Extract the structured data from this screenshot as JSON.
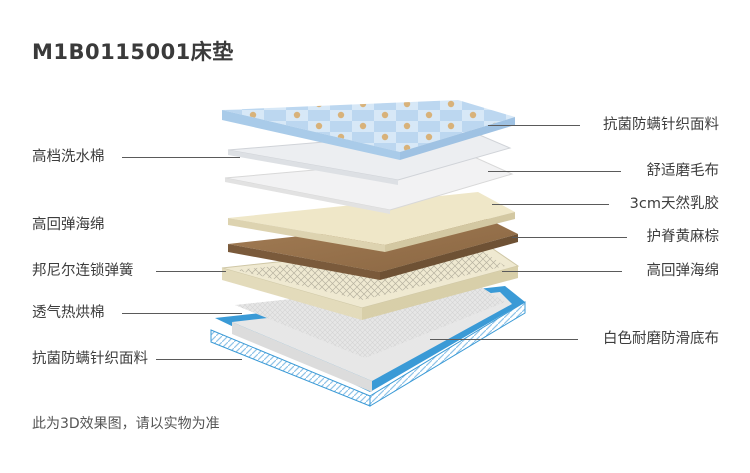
{
  "title": "M1B0115001床垫",
  "footnote": "此为3D效果图，请以实物为准",
  "labels_left": [
    "高档洗水棉",
    "高回弹海绵",
    "邦尼尔连锁弹簧",
    "透气热烘棉",
    "抗菌防螨针织面料"
  ],
  "labels_right": [
    "抗菌防螨针织面料",
    "舒适磨毛布",
    "3cm天然乳胶",
    "护脊黄麻棕",
    "高回弹海绵",
    "白色耐磨防滑底布"
  ],
  "colors": {
    "top_fabric": "#cfe3f5",
    "cotton": "#f1f2f4",
    "latex": "#efe7c8",
    "coir": "#9b7650",
    "spring_frame": "#e9e2c6",
    "base_border": "#3a9ad6"
  }
}
